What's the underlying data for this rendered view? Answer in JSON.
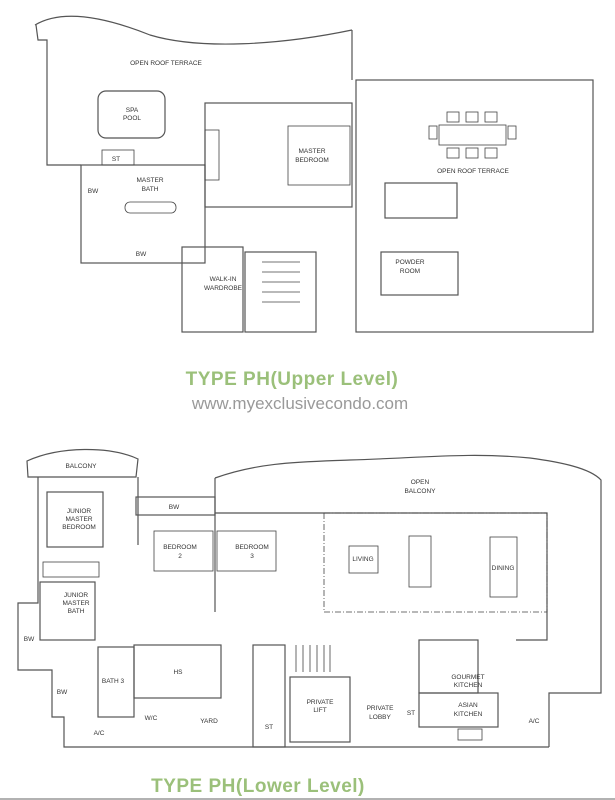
{
  "upper_level": {
    "title": "TYPE PH(Upper Level)",
    "rooms": {
      "open_roof_terrace_left": "OPEN ROOF TERRACE",
      "spa_pool_1": "SPA",
      "spa_pool_2": "POOL",
      "st": "ST",
      "master_bath_1": "MASTER",
      "master_bath_2": "BATH",
      "bw_left": "BW",
      "bw_bottom": "BW",
      "master_bedroom_1": "MASTER",
      "master_bedroom_2": "BEDROOM",
      "open_roof_terrace_right": "OPEN ROOF TERRACE",
      "walk_in_wardrobe_1": "WALK-IN",
      "walk_in_wardrobe_2": "WARDROBE",
      "powder_room_1": "POWDER",
      "powder_room_2": "ROOM"
    }
  },
  "watermark": "www.myexclusivecondo.com",
  "lower_level": {
    "title": "TYPE PH(Lower Level)",
    "rooms": {
      "balcony": "BALCONY",
      "junior_master_bedroom_1": "JUNIOR",
      "junior_master_bedroom_2": "MASTER",
      "junior_master_bedroom_3": "BEDROOM",
      "junior_master_bath_1": "JUNIOR",
      "junior_master_bath_2": "MASTER",
      "junior_master_bath_3": "BATH",
      "bw_top": "BW",
      "bw_side": "BW",
      "bw_lower": "BW",
      "bedroom2_1": "BEDROOM",
      "bedroom2_2": "2",
      "bedroom3_1": "BEDROOM",
      "bedroom3_2": "3",
      "open_balcony_1": "OPEN",
      "open_balcony_2": "BALCONY",
      "living": "LIVING",
      "dining": "DINING",
      "hs": "HS",
      "bath3": "BATH 3",
      "wc": "W/C",
      "yard": "YARD",
      "ac_left": "A/C",
      "st_stair": "ST",
      "private_lift_1": "PRIVATE",
      "private_lift_2": "LIFT",
      "private_lobby_1": "PRIVATE",
      "private_lobby_2": "LOBBY",
      "st_lobby": "ST",
      "gourmet_kitchen_1": "GOURMET",
      "gourmet_kitchen_2": "KITCHEN",
      "asian_kitchen_1": "ASIAN",
      "asian_kitchen_2": "KITCHEN",
      "ac_right": "A/C"
    }
  }
}
